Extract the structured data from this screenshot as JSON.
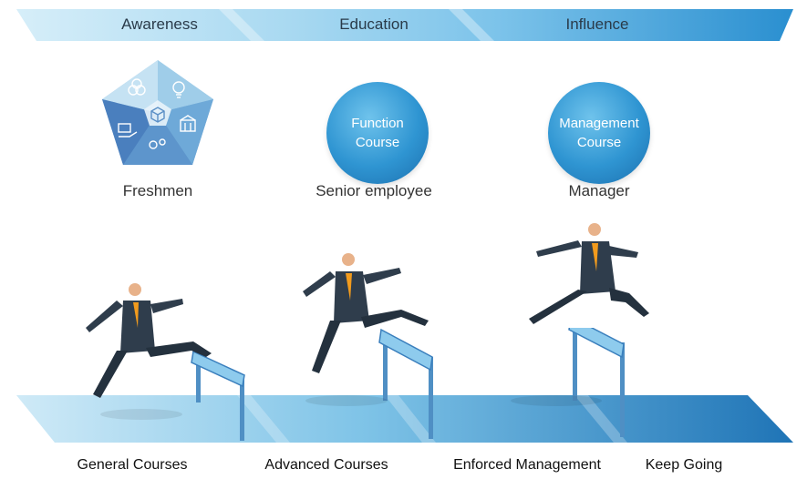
{
  "colors": {
    "banner_light": "#cde8f6",
    "banner_mid": "#8fcbea",
    "banner_dark": "#2c93d2",
    "circle": "#2f95d2",
    "floor_light": "#bfe2f4",
    "floor_dark": "#2a7ebd",
    "suit": "#2f3d4c",
    "tie": "#f29b1d",
    "hurdle": "#5aa6d6"
  },
  "stages": [
    {
      "label": "Awareness"
    },
    {
      "label": "Education"
    },
    {
      "label": "Influence"
    }
  ],
  "badges": {
    "freshmen_icons": [
      "recycle-icon",
      "lightbulb-icon",
      "cube-icon",
      "building-icon",
      "gears-icon",
      "briefcase-hand-icon"
    ],
    "function_course": {
      "line1": "Function",
      "line2": "Course"
    },
    "management_course": {
      "line1": "Management",
      "line2": "Course"
    }
  },
  "roles": [
    {
      "label": "Freshmen"
    },
    {
      "label": "Senior employee"
    },
    {
      "label": "Manager"
    }
  ],
  "steps": [
    {
      "label": "General Courses"
    },
    {
      "label": "Advanced Courses"
    },
    {
      "label": "Enforced Management"
    },
    {
      "label": "Keep Going"
    }
  ]
}
